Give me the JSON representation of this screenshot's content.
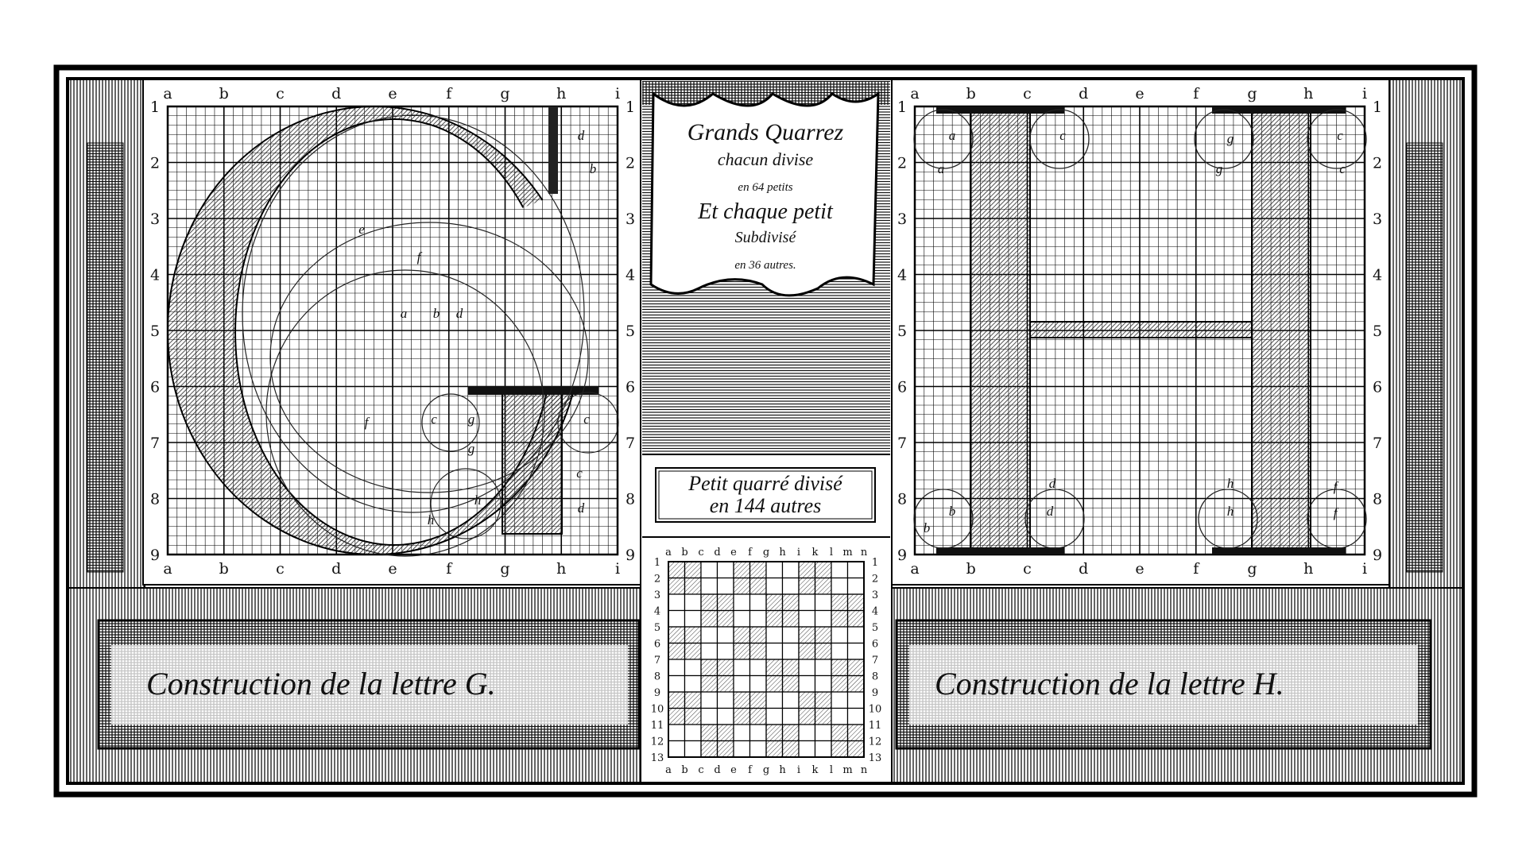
{
  "plate": {
    "label_g": "Construction de la lettre G.",
    "label_h": "Construction de la lettre H.",
    "cartouche": [
      "Grands Quarrez",
      "chacun divise",
      "en 64 petits",
      "Et chaque petit",
      "Subdivisé",
      "en 36 autres."
    ],
    "petit_box": [
      "Petit quarré divisé",
      "en 144 autres"
    ],
    "big_grid": {
      "columns": [
        "a",
        "b",
        "c",
        "d",
        "e",
        "f",
        "g",
        "h",
        "i"
      ],
      "rows": [
        "1",
        "2",
        "3",
        "4",
        "5",
        "6",
        "7",
        "8",
        "9"
      ]
    },
    "small_grid": {
      "columns": [
        "a",
        "b",
        "c",
        "d",
        "e",
        "f",
        "g",
        "h",
        "i",
        "k",
        "l",
        "m",
        "n"
      ],
      "rows": [
        "1",
        "2",
        "3",
        "4",
        "5",
        "6",
        "7",
        "8",
        "9",
        "10",
        "11",
        "12",
        "13"
      ]
    },
    "g_annotations": [
      "d",
      "b",
      "e",
      "f",
      "a",
      "b",
      "d",
      "f",
      "c",
      "g",
      "g",
      "c",
      "h",
      "h",
      "c",
      "d"
    ],
    "h_annotations": [
      "a",
      "a",
      "c",
      "g",
      "g",
      "c",
      "c",
      "b",
      "b",
      "d",
      "d",
      "h",
      "h",
      "f",
      "f"
    ]
  },
  "colors": {
    "ink": "#111111",
    "paper": "#ffffff"
  }
}
